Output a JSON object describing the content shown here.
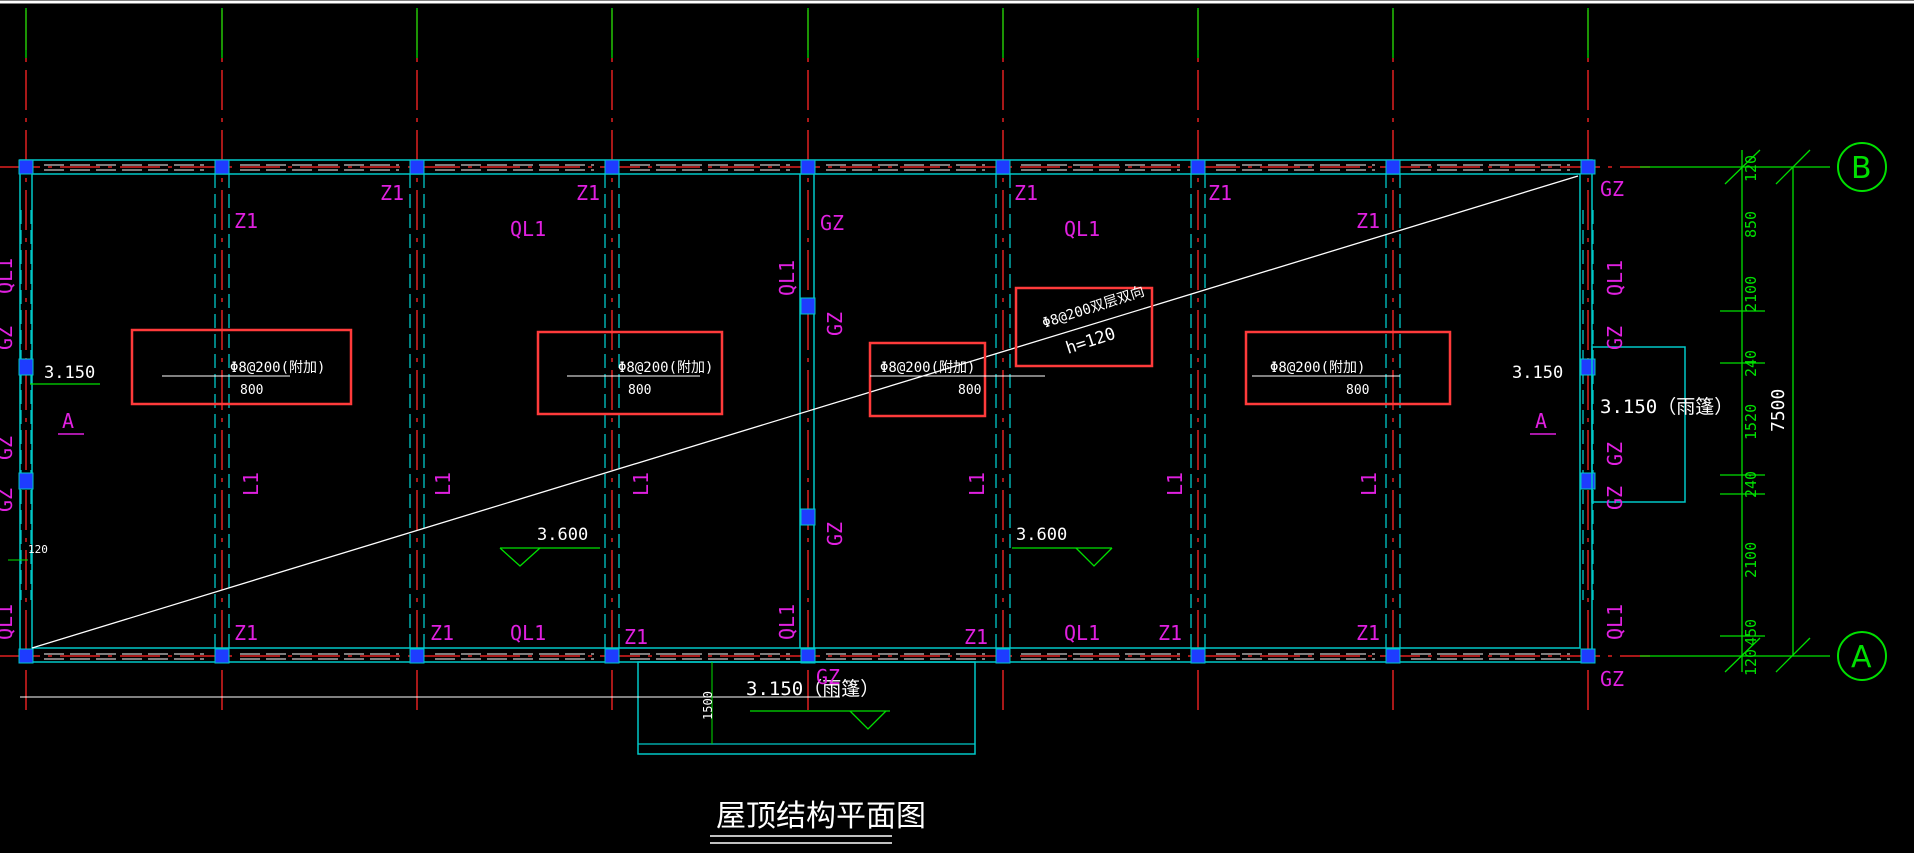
{
  "drawing": {
    "title": "屋顶结构平面图",
    "axis_b": "B",
    "axis_a": "A",
    "overall_dim": "7500",
    "dims_right": [
      "850",
      "120",
      "2100",
      "240",
      "1520",
      "240",
      "2100",
      "450",
      "120"
    ],
    "dim_left_small": "120",
    "dim_bottom": "1500",
    "elev_left": "3.150",
    "elev_right": "3.150",
    "elev_mid1": "3.600",
    "elev_mid2": "3.600",
    "elev_canopy_right": "3.150（雨篷）",
    "elev_canopy_bottom": "3.150（雨篷）",
    "section_a": "A",
    "rebar_added": "Φ8@200(附加)",
    "rebar_len": "800",
    "rebar_double": "Φ8@200双层双向",
    "slab_h": "h=120",
    "lbl_z1": "Z1",
    "lbl_ql1": "QL1",
    "lbl_gz": "GZ",
    "lbl_l1": "L1"
  }
}
